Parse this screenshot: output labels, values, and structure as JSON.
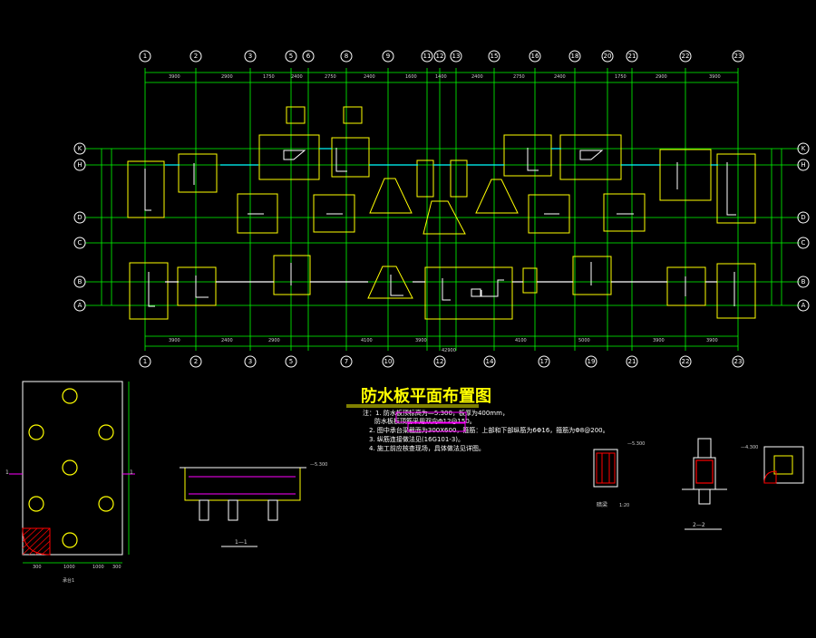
{
  "title": "防水板平面布置图",
  "notes": [
    "注：1. 防水板顶标高为—5.300，板厚为400mm，",
    "防水板板顶筋采用双向Φ12@150。",
    "2. 图中承台梁截面为300X600，箍筋：上部和下部纵筋为6Φ16，箍筋为Φ8@200。",
    "3. 纵筋连接做法见(16G101-3)。",
    "4. 施工前应核查现场，具体做法见详图。"
  ],
  "axes": {
    "top": [
      "1",
      "2",
      "3",
      "5",
      "6",
      "8",
      "9",
      "11",
      "12",
      "13",
      "15",
      "16",
      "18",
      "20",
      "21",
      "22",
      "23"
    ],
    "bottom": [
      "1",
      "2",
      "3",
      "5",
      "7",
      "10",
      "12",
      "14",
      "17",
      "19",
      "21",
      "22",
      "23"
    ],
    "left": [
      "K",
      "H",
      "D",
      "C",
      "B",
      "A"
    ],
    "right": [
      "K",
      "H",
      "D",
      "C",
      "B",
      "A"
    ]
  },
  "top_dimensions": [
    "3900",
    "2900",
    "1750",
    "2400",
    "2750",
    "2400",
    "1600",
    "1400",
    "2400",
    "2750",
    "2400",
    "1750",
    "2900",
    "3900"
  ],
  "bottom_dimensions": [
    "3900",
    "2400",
    "2900",
    "4100",
    "3900",
    "4100",
    "5000",
    "3900",
    "3900"
  ],
  "total_dimension": "42900",
  "section_labels": {
    "section_1": "1—1",
    "section_2": "2—2",
    "detail_label": "暗梁",
    "scale": "1:20",
    "plan_label": "1",
    "pile_detail": "承台1",
    "detail_dim_a": "—5.300",
    "detail_dim_b": "—4.300"
  },
  "pile_plan_dims": [
    "300",
    "1000",
    "1000",
    "300"
  ],
  "colors": {
    "grid": "#00ff00",
    "walls": "#ffff00",
    "text": "#ffffff",
    "bubbles": "#ffffff",
    "cyan": "#00ffff",
    "magenta": "#ff00ff",
    "red": "#ff0000"
  }
}
